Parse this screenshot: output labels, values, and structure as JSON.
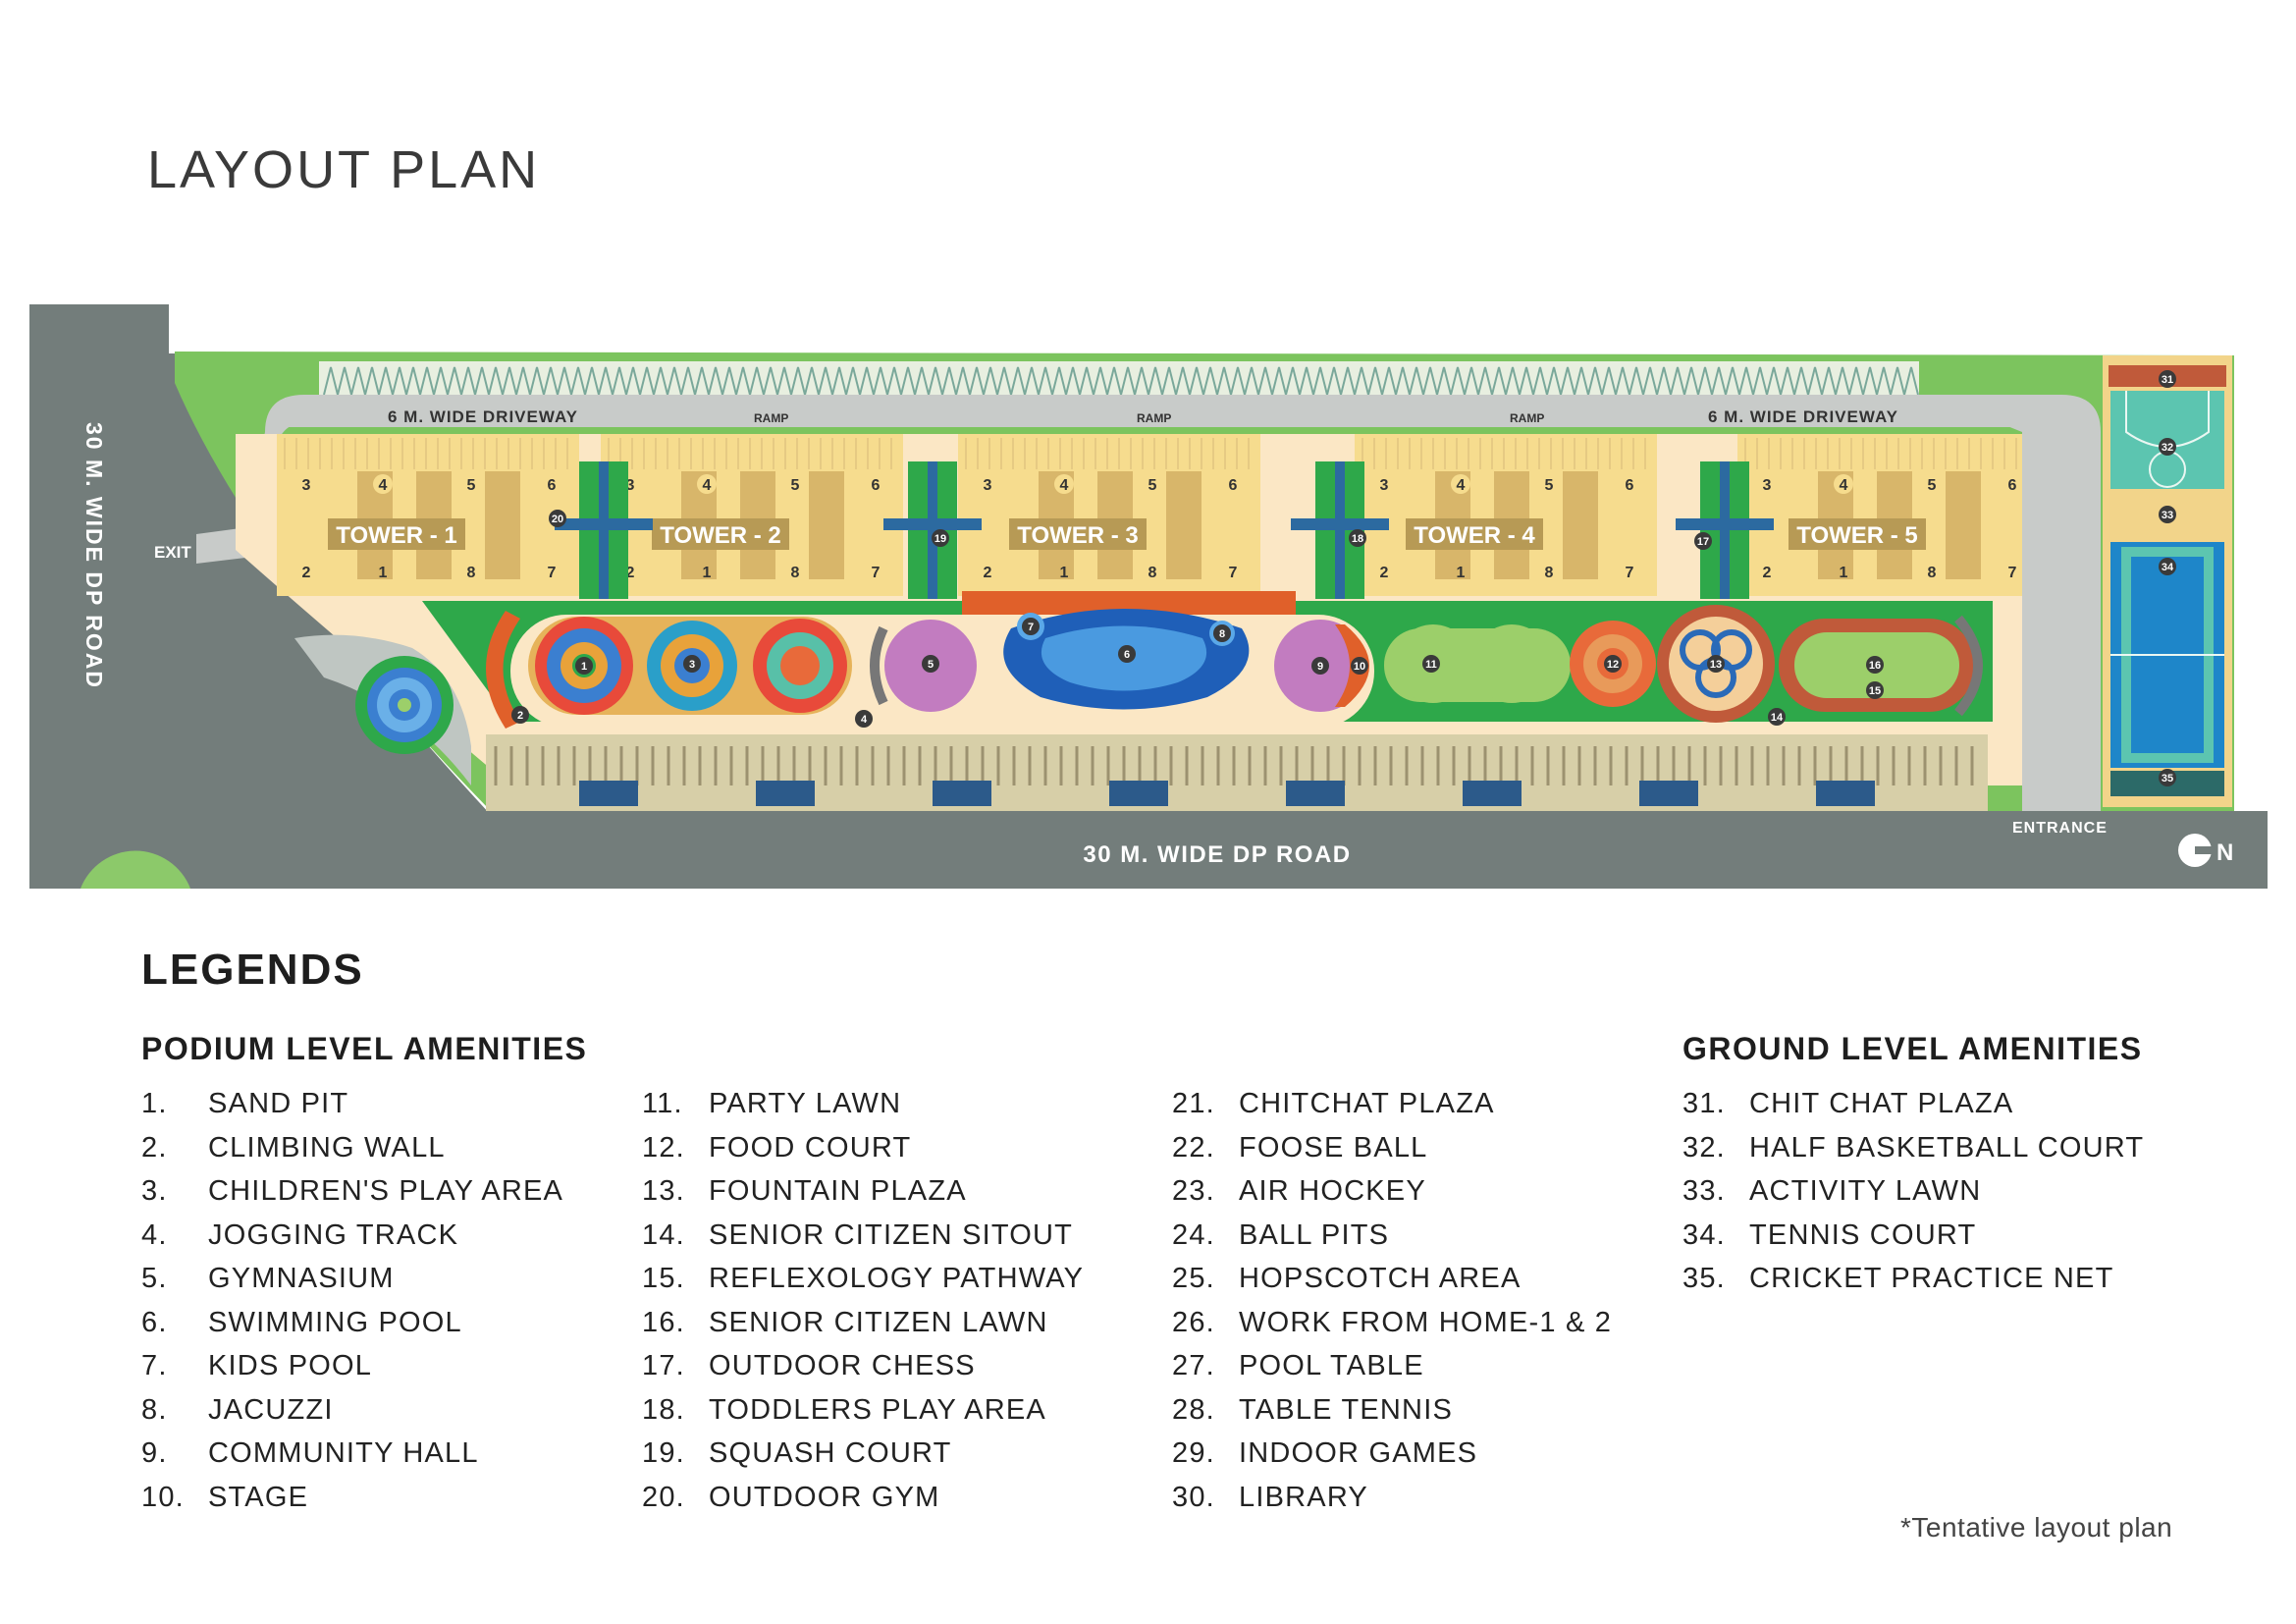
{
  "page_title": "LAYOUT PLAN",
  "site_labels": {
    "west_road": "30 M. WIDE DP ROAD",
    "south_road": "30 M. WIDE DP ROAD",
    "driveway_left": "6 M. WIDE DRIVEWAY",
    "driveway_right": "6 M. WIDE DRIVEWAY",
    "ramp": "RAMP",
    "exit": "EXIT",
    "entrance": "ENTRANCE",
    "north": "N"
  },
  "towers": [
    "TOWER - 1",
    "TOWER - 2",
    "TOWER - 3",
    "TOWER - 4",
    "TOWER - 5"
  ],
  "unit_numbers": {
    "top": [
      "3",
      "4",
      "5",
      "6"
    ],
    "bottom": [
      "2",
      "1",
      "8",
      "7"
    ]
  },
  "plan_markers": [
    "1",
    "2",
    "3",
    "4",
    "5",
    "6",
    "7",
    "8",
    "9",
    "10",
    "11",
    "12",
    "13",
    "14",
    "15",
    "16",
    "17",
    "18",
    "19",
    "20",
    "31",
    "32",
    "33",
    "34",
    "35"
  ],
  "legends_heading": "LEGENDS",
  "podium_title": "PODIUM LEVEL AMENITIES",
  "ground_title": "GROUND LEVEL AMENITIES",
  "legend_columns": [
    [
      {
        "num": "1.",
        "label": "SAND PIT"
      },
      {
        "num": "2.",
        "label": "CLIMBING WALL"
      },
      {
        "num": "3.",
        "label": "CHILDREN'S PLAY AREA"
      },
      {
        "num": "4.",
        "label": "JOGGING TRACK"
      },
      {
        "num": "5.",
        "label": "GYMNASIUM"
      },
      {
        "num": "6.",
        "label": "SWIMMING POOL"
      },
      {
        "num": "7.",
        "label": "KIDS POOL"
      },
      {
        "num": "8.",
        "label": "JACUZZI"
      },
      {
        "num": "9.",
        "label": "COMMUNITY HALL"
      },
      {
        "num": "10.",
        "label": "STAGE"
      }
    ],
    [
      {
        "num": "11.",
        "label": "PARTY LAWN"
      },
      {
        "num": "12.",
        "label": "FOOD COURT"
      },
      {
        "num": "13.",
        "label": "FOUNTAIN PLAZA"
      },
      {
        "num": "14.",
        "label": "SENIOR CITIZEN SITOUT"
      },
      {
        "num": "15.",
        "label": "REFLEXOLOGY PATHWAY"
      },
      {
        "num": "16.",
        "label": "SENIOR CITIZEN LAWN"
      },
      {
        "num": "17.",
        "label": "OUTDOOR CHESS"
      },
      {
        "num": "18.",
        "label": "TODDLERS PLAY AREA"
      },
      {
        "num": "19.",
        "label": "SQUASH COURT"
      },
      {
        "num": "20.",
        "label": "OUTDOOR GYM"
      }
    ],
    [
      {
        "num": "21.",
        "label": "CHITCHAT PLAZA"
      },
      {
        "num": "22.",
        "label": "FOOSE BALL"
      },
      {
        "num": "23.",
        "label": "AIR HOCKEY"
      },
      {
        "num": "24.",
        "label": "BALL PITS"
      },
      {
        "num": "25.",
        "label": "HOPSCOTCH AREA"
      },
      {
        "num": "26.",
        "label": "WORK FROM HOME-1 & 2"
      },
      {
        "num": "27.",
        "label": "POOL TABLE"
      },
      {
        "num": "28.",
        "label": "TABLE TENNIS"
      },
      {
        "num": "29.",
        "label": "INDOOR GAMES"
      },
      {
        "num": "30.",
        "label": "LIBRARY"
      }
    ],
    [
      {
        "num": "31.",
        "label": "CHIT CHAT PLAZA"
      },
      {
        "num": "32.",
        "label": "HALF BASKETBALL COURT"
      },
      {
        "num": "33.",
        "label": "ACTIVITY LAWN"
      },
      {
        "num": "34.",
        "label": "TENNIS COURT"
      },
      {
        "num": "35.",
        "label": "CRICKET PRACTICE NET"
      }
    ]
  ],
  "footnote": "*Tentative layout plan",
  "colors": {
    "road": "#737d7b",
    "lawn": "#2ea84a",
    "light_lawn": "#9ccf6a",
    "tower": "#f6dc8e",
    "tower_core": "#d8b66a",
    "pool": "#3f7fd0",
    "court": "#5cc5b0",
    "deck": "#fbe7c5",
    "orange": "#e0602a",
    "purple": "#c27cc0"
  }
}
